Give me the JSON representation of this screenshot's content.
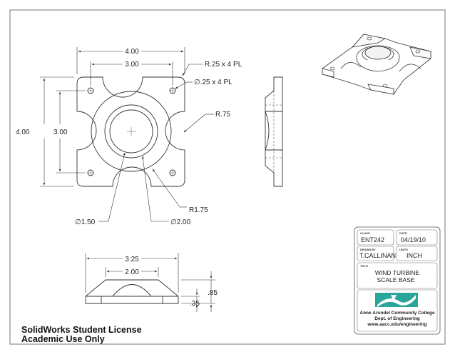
{
  "dimensions": {
    "top_width_outer": "4.00",
    "top_width_inner": "3.00",
    "corner_radius": "R.25 x 4 PL",
    "hole_diameter": "∅.25 x 4 PL",
    "side_notch_radius": "R.75",
    "left_height_outer": "4.00",
    "left_height_inner": "3.00",
    "bore_radius": "R1.75",
    "inner_diameter": "∅1.50",
    "outer_diameter": "∅2.00",
    "front_width_outer": "3.25",
    "front_width_inner": "2.00",
    "total_height": ".85",
    "base_thickness": ".35"
  },
  "title_block": {
    "class_label": "CLASS",
    "class_value": "ENT242",
    "date_label": "DATE",
    "date_value": "04/19/10",
    "drawn_by_label": "DRAWN BY",
    "drawn_by_value": "T.CALLINAN",
    "units_label": "UNITS",
    "units_value": "INCH",
    "title_label": "TITLE",
    "title_line1": "WIND TURBINE",
    "title_line2": "SCALE BASE",
    "org_line1": "Anne Arundel Community College",
    "org_line2": "Dept. of Engineering",
    "org_line3": "www.aacc.edu/engineering"
  },
  "license": {
    "line1": "SolidWorks Student License",
    "line2": "Academic Use Only"
  },
  "colors": {
    "line": "#333333",
    "logo_teal": "#2aa59a"
  }
}
